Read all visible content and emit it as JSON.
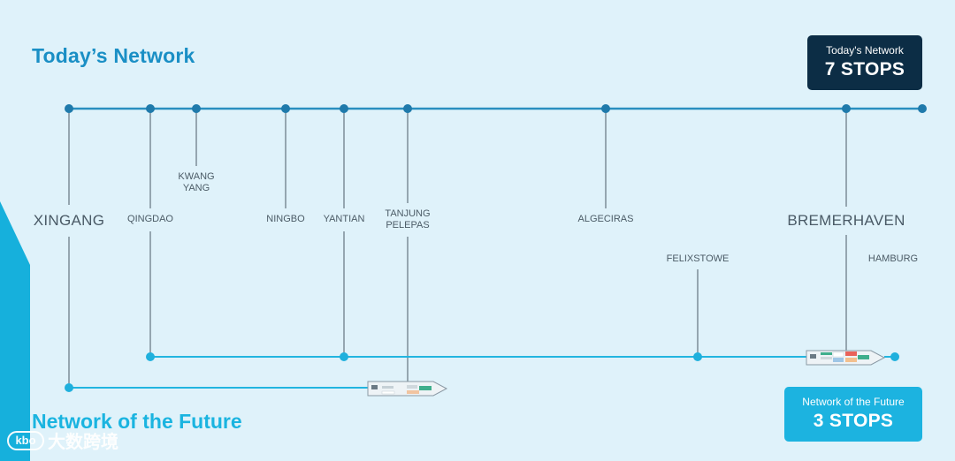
{
  "today": {
    "title": "Today’s Network",
    "badge_sub": "Today's Network",
    "badge_main": "7 STOPS"
  },
  "future": {
    "title": "Network of the Future",
    "badge_sub": "Network of the Future",
    "badge_main": "3 STOPS"
  },
  "ports": {
    "xingang": "XINGANG",
    "qingdao": "QINGDAO",
    "kwang_yang_1": "KWANG",
    "kwang_yang_2": "YANG",
    "ningbo": "NINGBO",
    "yantian": "YANTIAN",
    "tanjung_pelepas_1": "TANJUNG",
    "tanjung_pelepas_2": "PELEPAS",
    "algeciras": "ALGECIRAS",
    "felixstowe": "FELIXSTOWE",
    "bremerhaven": "BREMERHAVEN",
    "hamburg": "HAMBURG"
  },
  "watermark": {
    "logo": "kbo",
    "text": "大数跨境"
  },
  "colors": {
    "background": "#dff2fa",
    "route_line": "#2a8fbf",
    "route_dot": "#1f7aab",
    "future_line": "#22b5e0",
    "future_dot": "#1fb0dd",
    "accent_stripe": "#16b0dc",
    "dark_badge": "#0c2d45",
    "cyan_badge": "#1cb3e0"
  }
}
